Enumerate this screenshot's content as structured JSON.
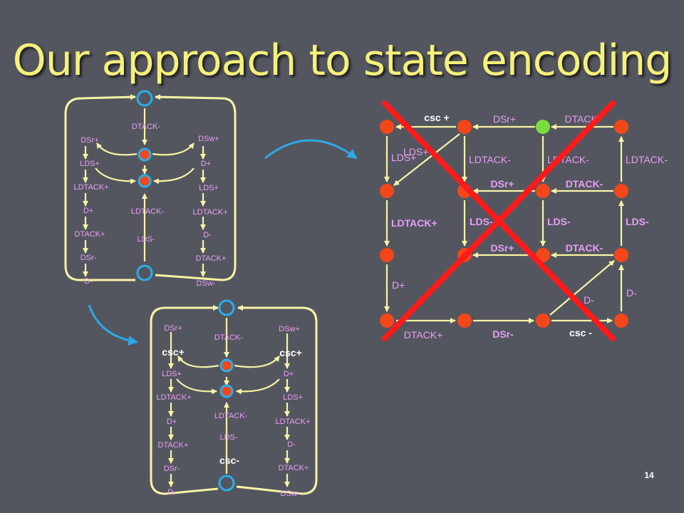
{
  "title": "Our approach to state encoding",
  "page_number": "14",
  "left_graph": {
    "top_center": "DTACK-",
    "left_column": [
      "DSr+",
      "LDS+",
      "LDTACK+",
      "D+",
      "DTACK+",
      "DSr-",
      "D-"
    ],
    "center_column": [
      "LDTACK-",
      "LDS-"
    ],
    "right_column": [
      "DSw+",
      "D+",
      "LDS+",
      "LDTACK+",
      "D-",
      "DTACK+",
      "DSw-"
    ]
  },
  "bottom_graph": {
    "top_center": "DTACK-",
    "left_column": [
      "DSr+",
      "LDS+",
      "LDTACK+",
      "D+",
      "DTACK+",
      "DSr-",
      "D-"
    ],
    "center_column": [
      "LDTACK-",
      "LDS-"
    ],
    "right_column": [
      "DSw+",
      "D+",
      "LDS+",
      "LDTACK+",
      "D-",
      "DTACK+",
      "DSw-"
    ],
    "csc_left": "csc+",
    "csc_right": "csc+",
    "csc_center": "csc-"
  },
  "grid": {
    "csc_plus": "csc +",
    "csc_minus": "csc -",
    "labels": {
      "dsr_top": "DSr+",
      "dtack_top": "DTACK-",
      "lds_plus_a": "LDS+",
      "lds_plus_b": "LDS+",
      "ldtack_minus_1": "LDTACK-",
      "ldtack_minus_2": "LDTACK-",
      "ldtack_minus_3": "LDTACK-",
      "dsr_row2": "DSr+",
      "dtack_row2": "DTACK-",
      "ldtack_plus": "LDTACK+",
      "lds_minus_1": "LDS-",
      "lds_minus_2": "LDS-",
      "lds_minus_3": "LDS-",
      "dsr_row3": "DSr+",
      "dtack_row3": "DTACK-",
      "d_plus": "D+",
      "d_minus_diag": "D-",
      "d_minus_right": "D-",
      "dtack_plus": "DTACK+",
      "dsr_minus": "DSr-"
    }
  },
  "colors": {
    "background": "#54565f",
    "title": "#f5f17a",
    "arc": "#f8f4a6",
    "label": "#e79ff5",
    "state_fill": "#f2471a",
    "state_ring": "#29aee8",
    "initial_state": "#7bdc3c",
    "cross": "#ff1a1a",
    "flow_arrow": "#2ea9e6"
  }
}
